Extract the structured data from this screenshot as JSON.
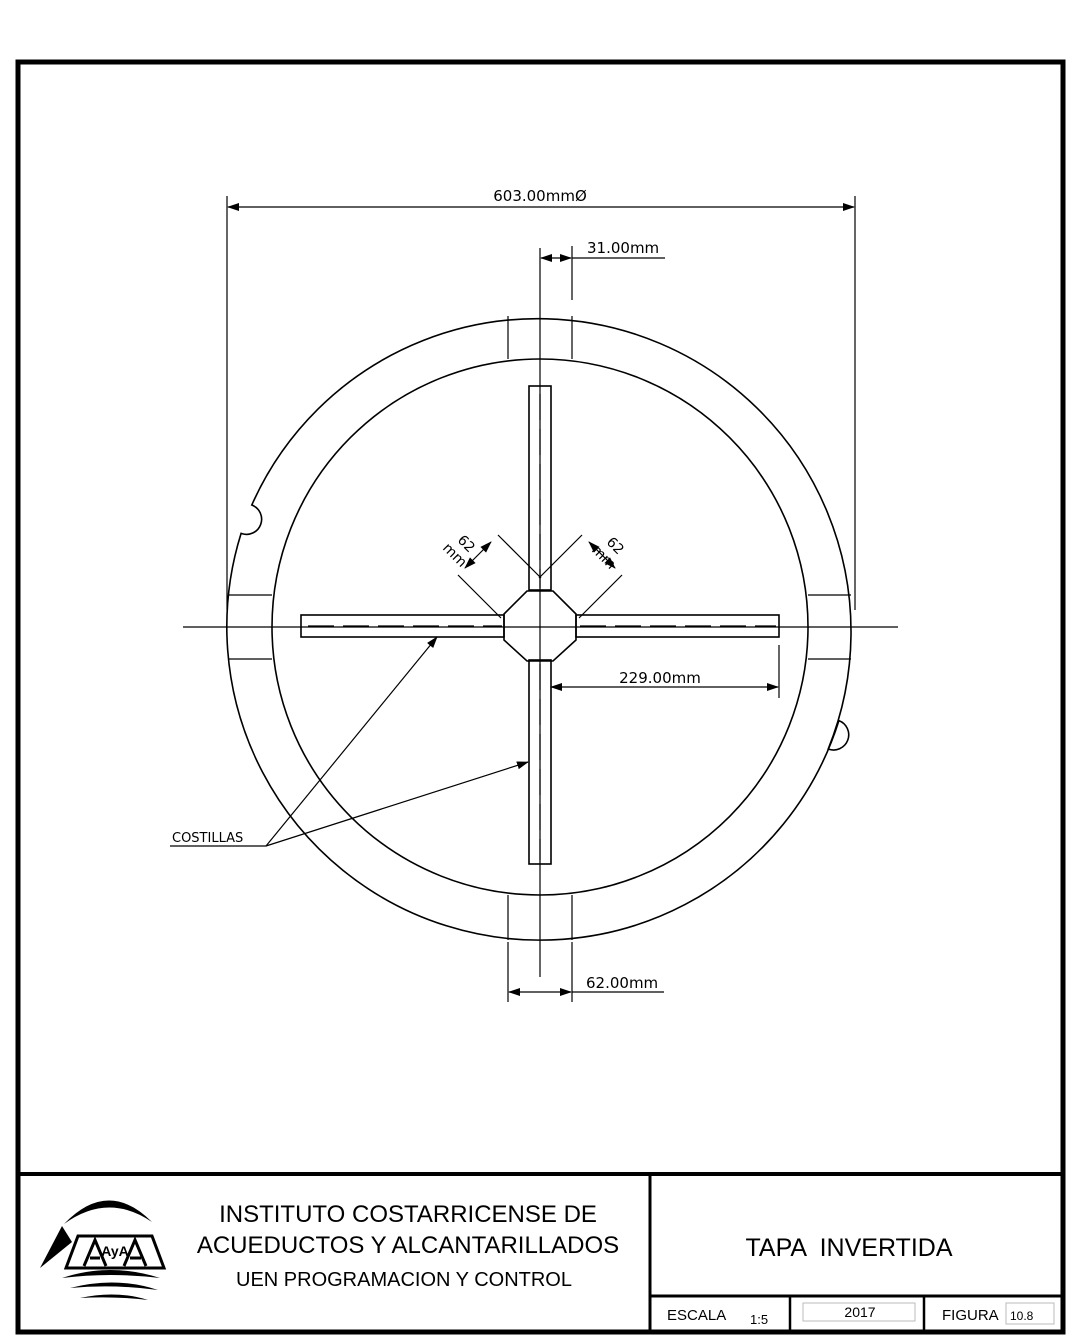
{
  "drawing": {
    "overall_diameter": "603.00mmØ",
    "rib_width_top": "31.00mm",
    "rib_width_bottom": "62.00mm",
    "rib_length": "229.00mm",
    "diag_left_value": "62",
    "diag_left_unit": "mm",
    "diag_right_value": "62",
    "diag_right_unit": "mm",
    "callout": "COSTILLAS"
  },
  "title_block": {
    "institution_line1": "INSTITUTO COSTARRICENSE DE",
    "institution_line2": "ACUEDUCTOS Y ALCANTARILLADOS",
    "institution_line3": "UEN PROGRAMACION Y CONTROL",
    "logo_text": "AyA",
    "drawing_title": "TAPA  INVERTIDA",
    "scale_label": "ESCALA",
    "scale_value": "1:5",
    "year": "2017",
    "figure_label": "FIGURA",
    "figure_value": "10.8"
  }
}
